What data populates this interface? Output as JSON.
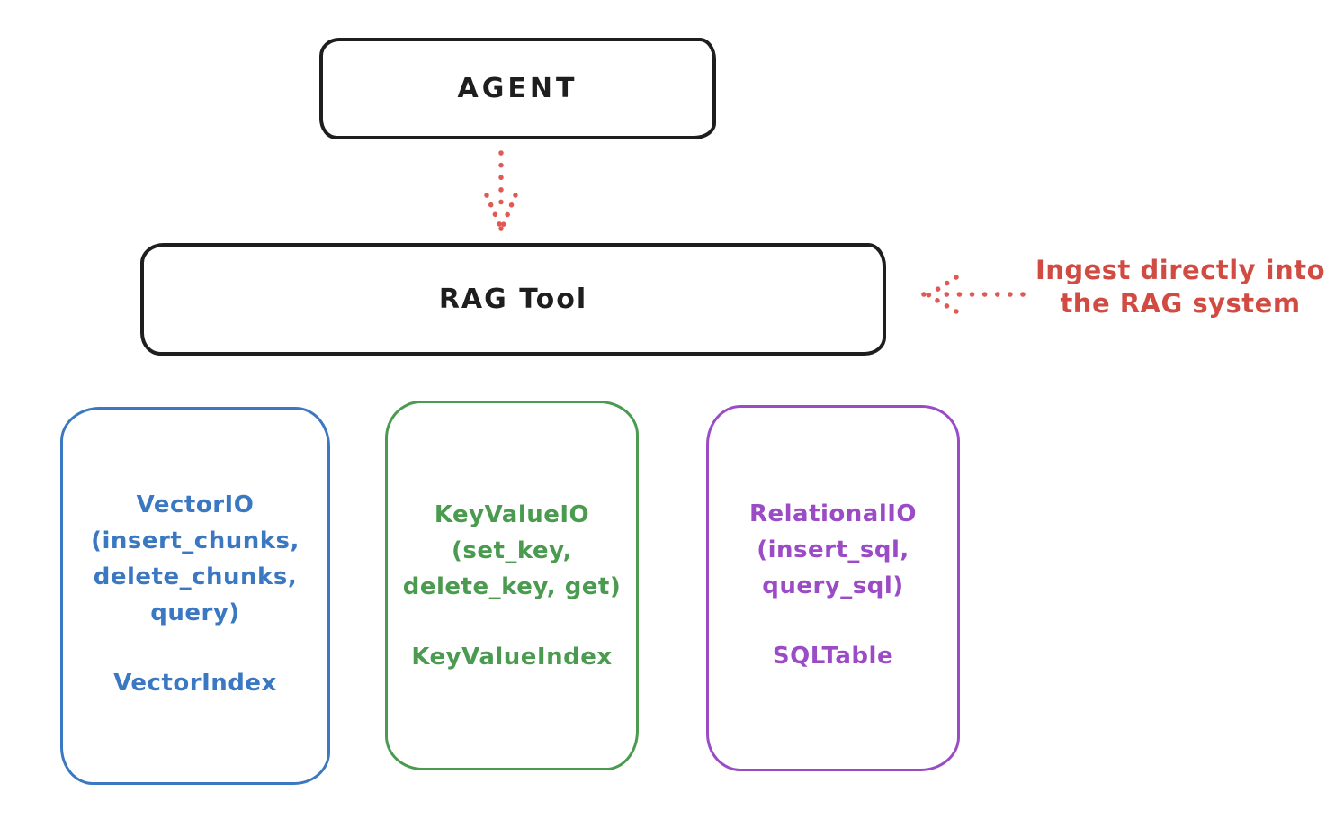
{
  "agent": {
    "label": "AGENT"
  },
  "rag_tool": {
    "label": "RAG Tool"
  },
  "annotation": {
    "line1": "Ingest directly into",
    "line2": "the RAG system",
    "color": "#d14b42"
  },
  "arrows": {
    "agent_to_rag": {
      "style": "dotted",
      "direction": "down",
      "color": "#e05a55"
    },
    "annotation_to_rag": {
      "style": "dotted",
      "direction": "left",
      "color": "#e05a55"
    }
  },
  "stores": [
    {
      "name": "vector-io",
      "color": "#3b78c2",
      "lines": [
        "VectorIO",
        "(insert_chunks,",
        "delete_chunks,",
        "query)"
      ],
      "index": "VectorIndex"
    },
    {
      "name": "key-value-io",
      "color": "#4a9b50",
      "lines": [
        "KeyValueIO",
        "(set_key,",
        "delete_key, get)"
      ],
      "index": "KeyValueIndex"
    },
    {
      "name": "relational-io",
      "color": "#9b4bc5",
      "lines": [
        "RelationalIO",
        "(insert_sql,",
        "query_sql)"
      ],
      "index": "SQLTable"
    }
  ],
  "colors": {
    "stroke": "#1e1e1e",
    "red": "#d14b42",
    "blue": "#3b78c2",
    "green": "#4a9b50",
    "purple": "#9b4bc5",
    "background": "#ffffff"
  }
}
